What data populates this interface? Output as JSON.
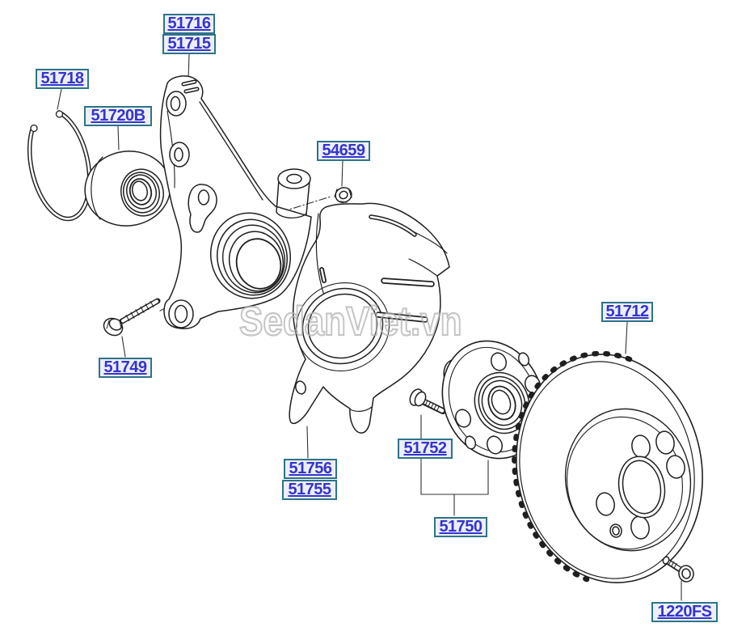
{
  "watermark": "SedanViet.vn",
  "colors": {
    "label_border": "#2e7389",
    "label_background": "#edeff8",
    "label_text": "#3434cf",
    "line_art": "#1f1f1f",
    "watermark_gray": "#b2b2b2"
  },
  "labels": [
    {
      "part_no": "51716"
    },
    {
      "part_no": "51715"
    },
    {
      "part_no": "51718"
    },
    {
      "part_no": "51720B"
    },
    {
      "part_no": "54659"
    },
    {
      "part_no": "51749"
    },
    {
      "part_no": "51756"
    },
    {
      "part_no": "51755"
    },
    {
      "part_no": "51752"
    },
    {
      "part_no": "51750"
    },
    {
      "part_no": "51712"
    },
    {
      "part_no": "1220FS"
    }
  ]
}
